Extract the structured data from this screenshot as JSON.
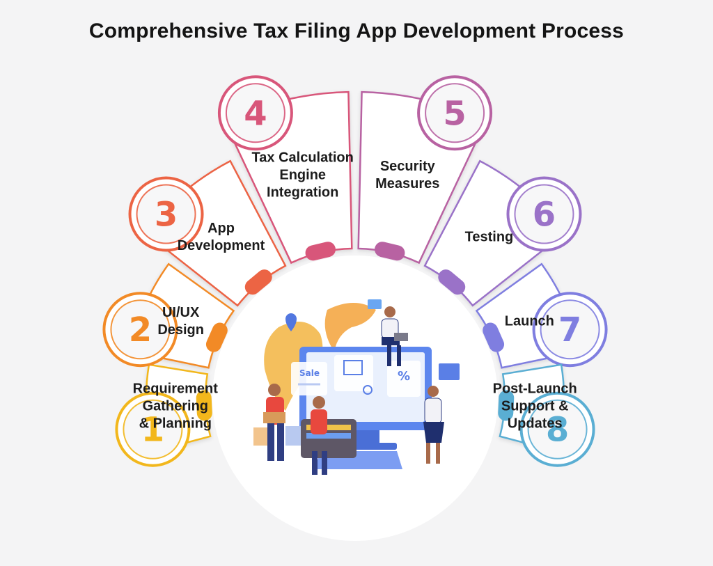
{
  "title": "Comprehensive Tax Filing App Development Process",
  "steps": [
    {
      "number": "1",
      "label": "Requirement\nGathering\n& Planning",
      "color": "#f2b71c"
    },
    {
      "number": "2",
      "label": "UI/UX\nDesign",
      "color": "#f28a26"
    },
    {
      "number": "3",
      "label": "App\nDevelopment",
      "color": "#ec6444"
    },
    {
      "number": "4",
      "label": "Tax Calculation\nEngine\nIntegration",
      "color": "#d8567a"
    },
    {
      "number": "5",
      "label": "Security\nMeasures",
      "color": "#b862a2"
    },
    {
      "number": "6",
      "label": "Testing",
      "color": "#9a72c8"
    },
    {
      "number": "7",
      "label": "Launch",
      "color": "#7f7ee0"
    },
    {
      "number": "8",
      "label": "Post-Launch\nSupport &\nUpdates",
      "color": "#5aaed3"
    }
  ],
  "illustration": {
    "sale_tag": "Sale",
    "percent_tag": "%"
  }
}
